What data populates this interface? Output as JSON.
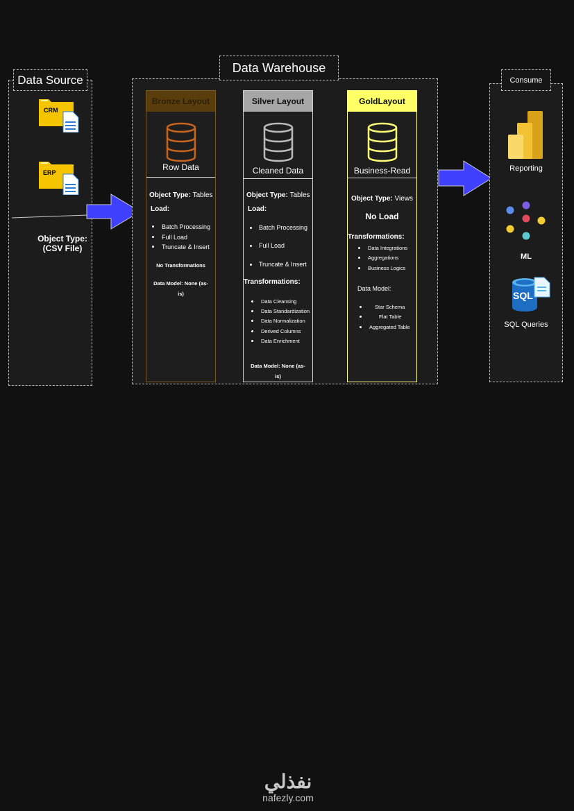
{
  "data_source": {
    "title": "Data Source",
    "sources": [
      "CRM",
      "ERP"
    ],
    "object_type_line1": "Object Type:",
    "object_type_line2": "(CSV File)"
  },
  "warehouse": {
    "title": "Data Warehouse",
    "bronze": {
      "header": "Bronze Layout",
      "label": "Row Data",
      "object_type_key": "Object Type:",
      "object_type_val": "Tables",
      "load_title": "Load:",
      "load_items": [
        "Batch Processing",
        "Full Load",
        "Truncate & Insert"
      ],
      "transformations": "No Transformations",
      "data_model_1": "Data Model: None (as-",
      "data_model_2": "is)"
    },
    "silver": {
      "header": "Silver Layout",
      "label": "Cleaned Data",
      "object_type_key": "Object Type:",
      "object_type_val": "Tables",
      "load_title": "Load:",
      "load_items": [
        "Batch Processing",
        "Full Load",
        "Truncate & Insert"
      ],
      "transformations_title": "Transformations:",
      "transformations": [
        "Data Cleansing",
        "Data Standardization",
        "Data Normalization",
        "Derived Columns",
        "Data Enrichment"
      ],
      "data_model_1": "Data Model: None (as-",
      "data_model_2": "is)"
    },
    "gold": {
      "header": "GoldLayout",
      "label": "Business-Read",
      "object_type_key": "Object Type:",
      "object_type_val": "Views",
      "load": "No Load",
      "transformations_title": "Transformations:",
      "transformations": [
        "Data Integrations",
        "Aggregations",
        "Business Logics"
      ],
      "data_model_title": "Data Model:",
      "data_model_items": [
        "Star Schema",
        "Flat Table",
        "Aggregated Table"
      ]
    }
  },
  "consume": {
    "title": "Consume",
    "items": [
      "Reporting",
      "ML",
      "SQL Queries"
    ],
    "sql_icon_text": "SQL"
  },
  "watermark": {
    "arabic": "نفذلي",
    "latin": "nafezly.com"
  },
  "colors": {
    "arrow": "#4040ff",
    "bronze": "#5a3d0c",
    "silver": "#a6a6a6",
    "gold": "#ffff66"
  }
}
